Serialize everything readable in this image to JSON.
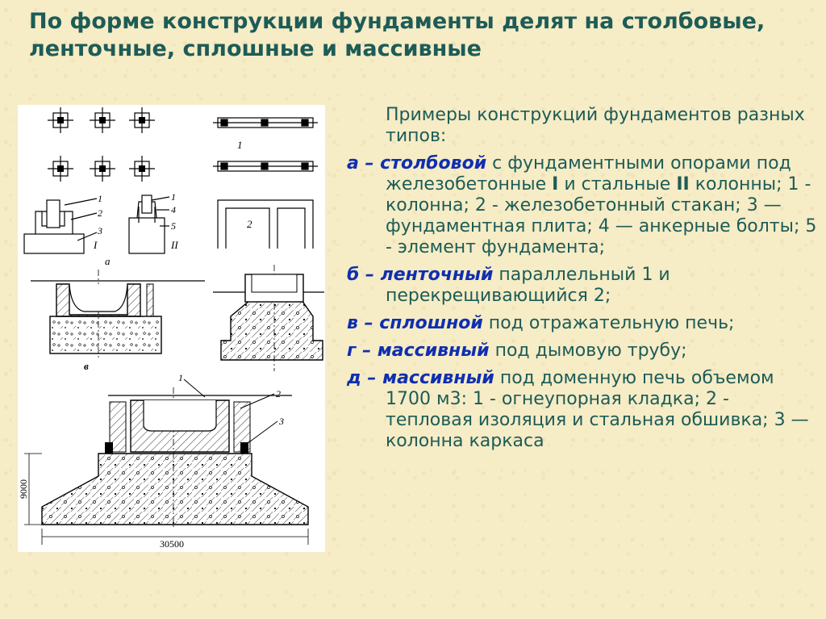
{
  "title": "По форме конструкции фундаменты делят на столбовые, ленточные, сплошные и массивные",
  "intro": "Примеры конструкций фундаментов разных типов:",
  "items": [
    {
      "key": "а – столбовой",
      "rest_pre": " с фундаментными опорами под железобетонные ",
      "roman1": "I",
      "mid": " и стальные ",
      "roman2": "II",
      "rest_post": " колонны; 1 - колонна; 2 - железобетонный стакан; 3 — фундаментная плита; 4 — анкерные болты; 5 - элемент фундамента;"
    },
    {
      "key": "б – ленточный",
      "rest": " параллельный 1 и перекрещивающийся 2;"
    },
    {
      "key": "в – сплошной",
      "rest": " под отражательную печь;"
    },
    {
      "key": "г – массивный",
      "rest": "  под дымовую трубу;"
    },
    {
      "key": "д – массивный",
      "rest": " под доменную печь объемом 1700 м3: 1 - огнеупорная кладка; 2 - тепловая изоляция и стальная обшивка; 3 — колонна каркаса"
    }
  ],
  "figure": {
    "labels": {
      "one": "1",
      "two": "2",
      "three": "3",
      "four": "4",
      "five": "5",
      "roman_i": "I",
      "roman_ii": "II",
      "a": "a",
      "v": "в"
    },
    "dim_height": "9000",
    "dim_width": "30500"
  }
}
